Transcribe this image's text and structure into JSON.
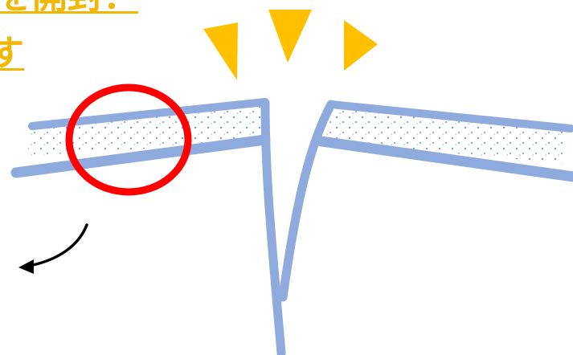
{
  "caption": {
    "line1": "を開封：",
    "line2": "す"
  },
  "colors": {
    "film": "#8faadc",
    "dots": "#6f8dcc",
    "accent": "#ffc000",
    "highlight": "#ff0000",
    "arrow": "#000000",
    "caption": "#f2b705"
  },
  "icons": {
    "burst": "spark-triangles-icon",
    "focus": "red-circle-highlight",
    "direction": "curved-arrow-icon"
  }
}
